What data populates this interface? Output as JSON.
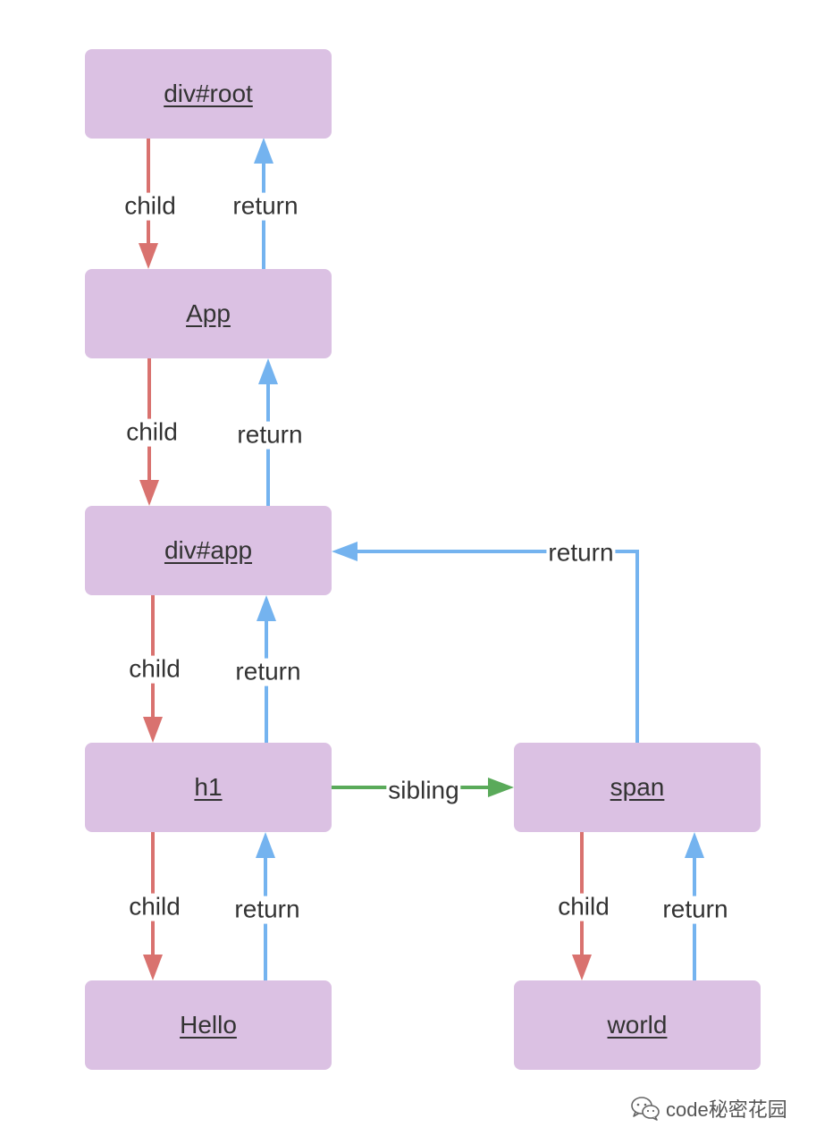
{
  "colors": {
    "node_fill": "#dbc1e3",
    "child": "#d9726f",
    "return": "#74b3ef",
    "sibling": "#5aaa5a"
  },
  "nodes": {
    "div_root": "div#root",
    "app": "App",
    "div_app": "div#app",
    "h1": "h1",
    "span": "span",
    "hello": "Hello",
    "world": "world"
  },
  "edges": [
    {
      "id": "root-app-child",
      "type": "child",
      "label": "child"
    },
    {
      "id": "app-root-return",
      "type": "return",
      "label": "return"
    },
    {
      "id": "app-divapp-child",
      "type": "child",
      "label": "child"
    },
    {
      "id": "divapp-app-return",
      "type": "return",
      "label": "return"
    },
    {
      "id": "divapp-h1-child",
      "type": "child",
      "label": "child"
    },
    {
      "id": "h1-divapp-return",
      "type": "return",
      "label": "return"
    },
    {
      "id": "span-divapp-return",
      "type": "return",
      "label": "return"
    },
    {
      "id": "h1-span-sibling",
      "type": "sibling",
      "label": "sibling"
    },
    {
      "id": "h1-hello-child",
      "type": "child",
      "label": "child"
    },
    {
      "id": "hello-h1-return",
      "type": "return",
      "label": "return"
    },
    {
      "id": "span-world-child",
      "type": "child",
      "label": "child"
    },
    {
      "id": "world-span-return",
      "type": "return",
      "label": "return"
    }
  ],
  "watermark": {
    "icon": "wechat-icon",
    "text": "code秘密花园"
  }
}
